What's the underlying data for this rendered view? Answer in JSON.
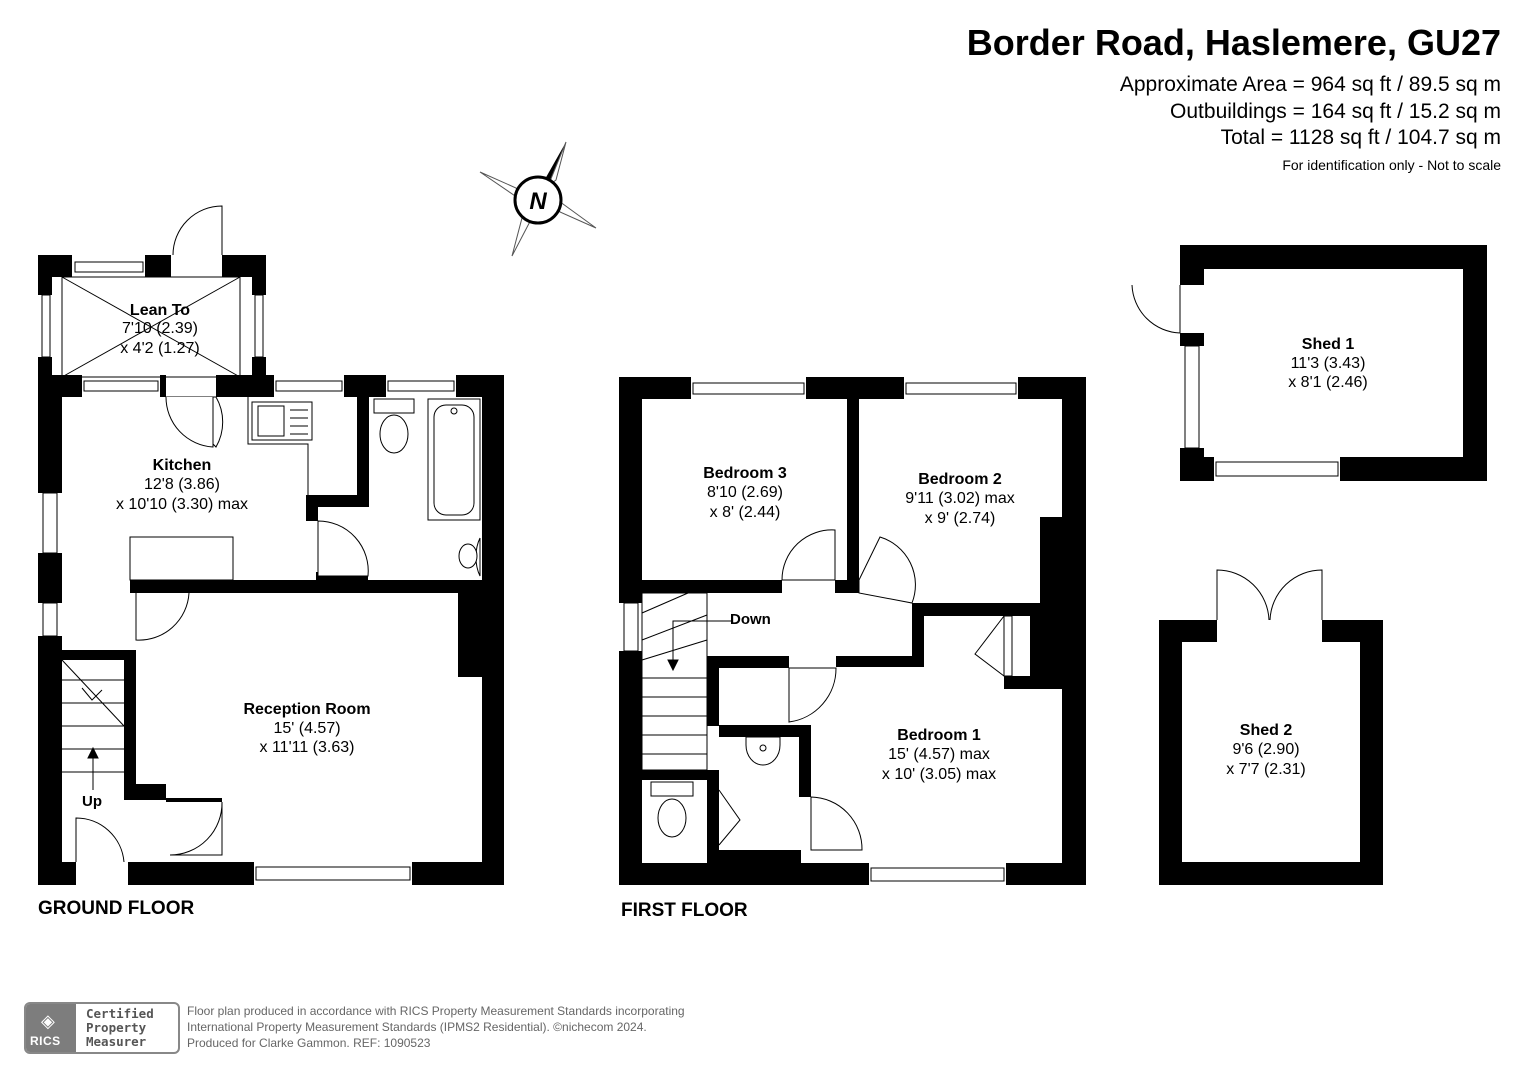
{
  "header": {
    "title": "Border Road, Haslemere, GU27",
    "area_lines": [
      "Approximate Area = 964 sq ft / 89.5 sq m",
      "Outbuildings = 164 sq ft / 15.2 sq m",
      "Total = 1128 sq ft / 104.7 sq m"
    ],
    "disclaimer": "For identification only - Not to scale"
  },
  "compass": {
    "letter": "N"
  },
  "ground_floor": {
    "label": "GROUND FLOOR",
    "stairs_label": "Up",
    "rooms": {
      "lean_to": {
        "name": "Lean To",
        "dims": [
          "7'10 (2.39)",
          "x 4'2 (1.27)"
        ]
      },
      "kitchen": {
        "name": "Kitchen",
        "dims": [
          "12'8 (3.86)",
          "x 10'10 (3.30) max"
        ]
      },
      "reception": {
        "name": "Reception Room",
        "dims": [
          "15' (4.57)",
          "x 11'11 (3.63)"
        ]
      }
    }
  },
  "first_floor": {
    "label": "FIRST FLOOR",
    "stairs_label": "Down",
    "rooms": {
      "bedroom3": {
        "name": "Bedroom 3",
        "dims": [
          "8'10 (2.69)",
          "x 8' (2.44)"
        ]
      },
      "bedroom2": {
        "name": "Bedroom 2",
        "dims": [
          "9'11 (3.02) max",
          "x 9' (2.74)"
        ]
      },
      "bedroom1": {
        "name": "Bedroom 1",
        "dims": [
          "15' (4.57) max",
          "x 10' (3.05) max"
        ]
      }
    }
  },
  "outbuildings": {
    "shed1": {
      "name": "Shed 1",
      "dims": [
        "11'3 (3.43)",
        "x 8'1 (2.46)"
      ]
    },
    "shed2": {
      "name": "Shed 2",
      "dims": [
        "9'6 (2.90)",
        "x 7'7 (2.31)"
      ]
    }
  },
  "footer": {
    "rics_text": "RICS",
    "badge_lines": [
      "Certified",
      "Property",
      "Measurer"
    ],
    "legal_lines": [
      "Floor plan produced in accordance with RICS Property Measurement Standards incorporating",
      "International Property Measurement Standards (IPMS2 Residential).   ©nichecom 2024.",
      "Produced for Clarke Gammon.   REF: 1090523"
    ]
  }
}
